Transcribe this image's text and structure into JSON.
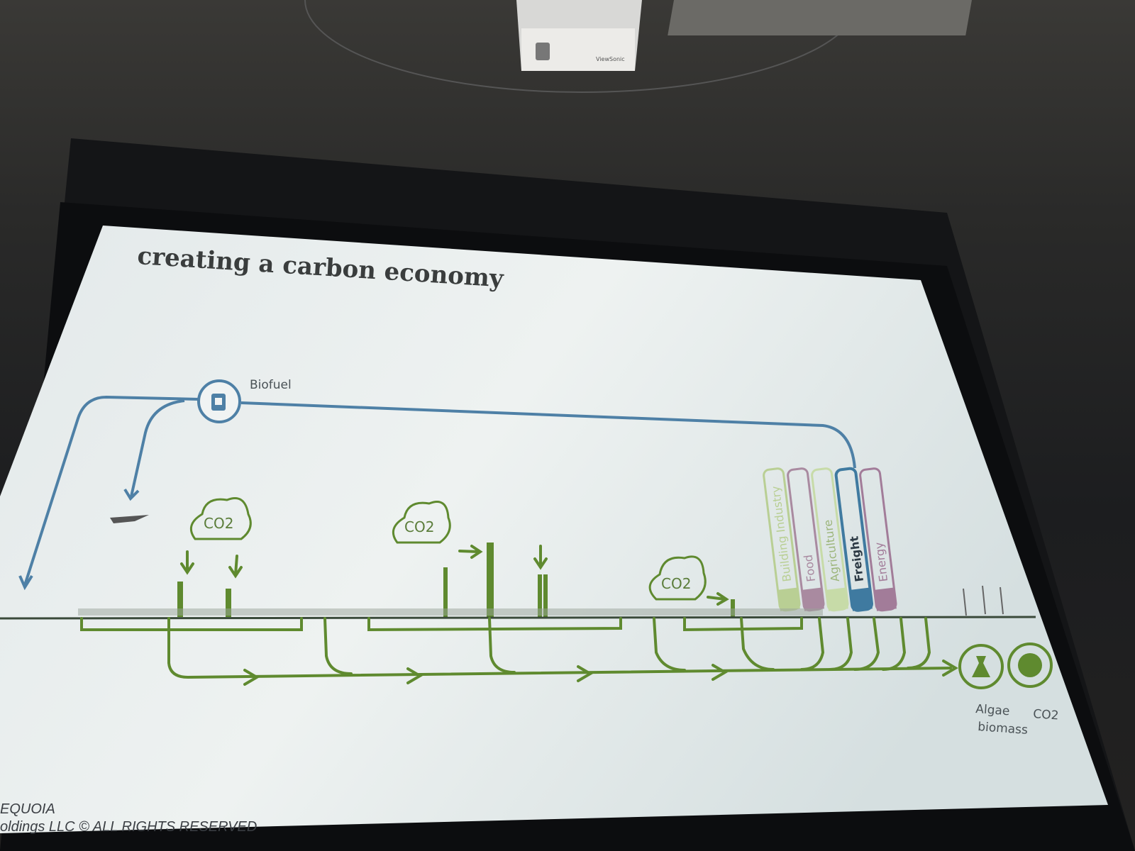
{
  "slide": {
    "title": "creating a carbon economy",
    "biofuel_label": "Biofuel",
    "co2_clouds": [
      "CO2",
      "CO2",
      "CO2"
    ],
    "sectors": [
      {
        "label": "Building Industry",
        "color": "#b9cf94"
      },
      {
        "label": "Food",
        "color": "#a98aa0"
      },
      {
        "label": "Agriculture",
        "color": "#c7dba8"
      },
      {
        "label": "Freight",
        "color": "#3f7aa0"
      },
      {
        "label": "Energy",
        "color": "#a27c99"
      }
    ],
    "outputs": {
      "algae_line1": "Algae",
      "algae_line2": "biomass",
      "co2": "CO2"
    },
    "footer": {
      "brand": "EQUOIA",
      "rights": "oldings LLC © ALL RIGHTS RESERVED"
    },
    "colors": {
      "green": "#5f8a2f",
      "blue": "#4e80a6",
      "slide_bg": "#dfe6e8"
    }
  },
  "projector": {
    "brand": "ViewSonic"
  }
}
